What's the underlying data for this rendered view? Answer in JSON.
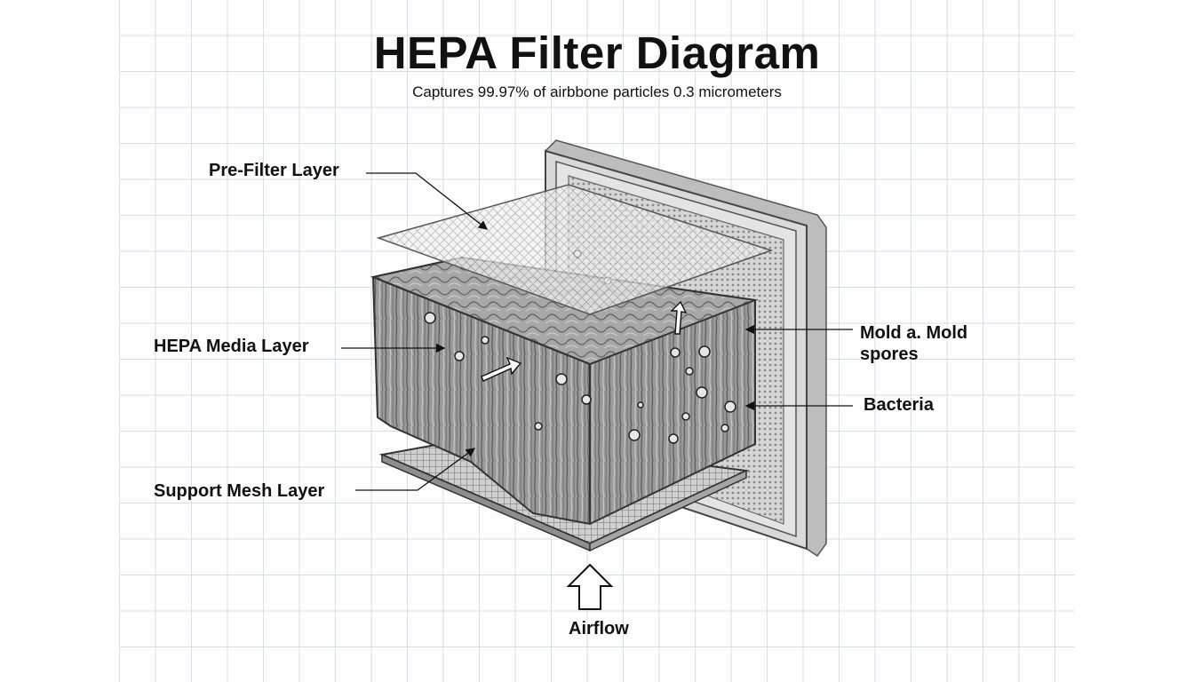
{
  "title": "HEPA Filter Diagram",
  "subtitle": "Captures 99.97% of airbbone particles 0.3 micrometers",
  "labels": {
    "pre_filter": "Pre-Filter Layer",
    "hepa_media": "HEPA Media Layer",
    "support_mesh": "Support Mesh Layer",
    "mold": "Mold a. Mold spores",
    "bacteria": "Bacteria",
    "airflow": "Airflow"
  },
  "colors": {
    "frame": "#d2d2d2",
    "media": "#8e8e8e",
    "mesh": "#bdbdbd",
    "grid": "#d9dde6"
  }
}
